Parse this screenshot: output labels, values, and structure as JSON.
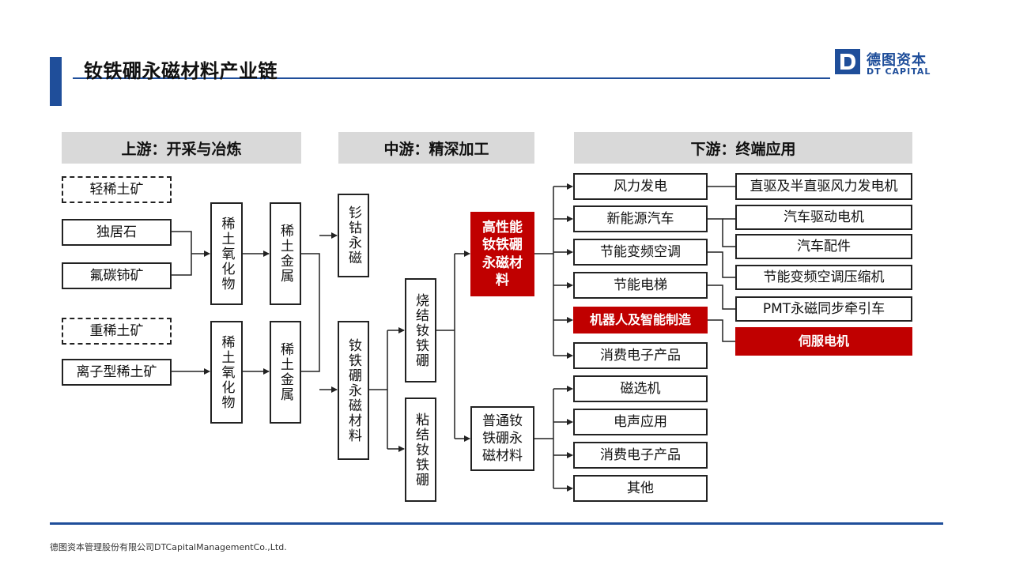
{
  "title": "钕铁硼永磁材料产业链",
  "logo": {
    "cn": "德图资本",
    "en": "DT CAPITAL",
    "mark": "D"
  },
  "headers": {
    "upstream": "上游：开采与冶炼",
    "midstream": "中游：精深加工",
    "downstream": "下游：终端应用"
  },
  "upstream": {
    "light_ree": "轻稀土矿",
    "monazite": "独居石",
    "bastnaesite": "氟碳铈矿",
    "heavy_ree": "重稀土矿",
    "ionic_ree": "离子型稀土矿",
    "oxide_1": "稀土氧化物",
    "oxide_2": "稀土氧化物",
    "metal_1": "稀土金属",
    "metal_2": "稀土金属"
  },
  "midstream": {
    "smco": "钐钴永磁",
    "ndfeb": "钕铁硼永磁材料",
    "sintered": "烧结钕铁硼",
    "bonded": "粘结钕铁硼",
    "high_perf": "高性能钕铁硼永磁材料",
    "ordinary": "普通钕铁硼永磁材料"
  },
  "downstream": {
    "high_apps": [
      "风力发电",
      "新能源汽车",
      "节能变频空调",
      "节能电梯",
      "机器人及智能制造",
      "消费电子产品"
    ],
    "normal_apps": [
      "磁选机",
      "电声应用",
      "消费电子产品",
      "其他"
    ],
    "terminal": [
      "直驱及半直驱风力发电机",
      "汽车驱动电机",
      "汽车配件",
      "节能变频空调压缩机",
      "PMT永磁同步牵引车",
      "伺服电机"
    ]
  },
  "colors": {
    "accent": "#1f4e9a",
    "highlight": "#c00000",
    "header_bg": "#d9d9d9"
  },
  "footer": "德图资本管理股份有限公司DTCapitalManagementCo.,Ltd."
}
